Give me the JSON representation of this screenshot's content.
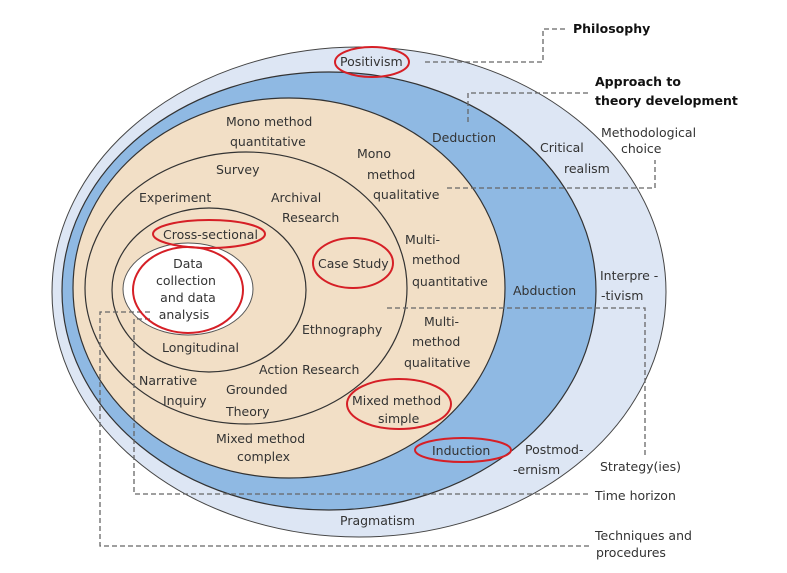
{
  "colors": {
    "philosophy_layer": "#dde6f4",
    "approach_layer": "#8fb9e3",
    "choice_layer": "#f2dfc6",
    "highlight": "#d61f26"
  },
  "layers": {
    "philosophy": "Philosophy",
    "approach": [
      "Approach to",
      "theory development"
    ],
    "choice": [
      "Methodological",
      "choice"
    ],
    "strategy": "Strategy(ies)",
    "time": "Time horizon",
    "techniques": [
      "Techniques and",
      "procedures"
    ]
  },
  "philosophies": {
    "positivism": "Positivism",
    "critical": [
      "Critical",
      "realism"
    ],
    "interpretivism": [
      "Interpre -",
      "-tivism"
    ],
    "postmodernism": [
      "Postmod-",
      "-ernism"
    ],
    "pragmatism": "Pragmatism"
  },
  "approaches": {
    "deduction": "Deduction",
    "abduction": "Abduction",
    "induction": "Induction"
  },
  "choices": {
    "mono_quant": [
      "Mono method",
      "quantitative"
    ],
    "mono_qual": [
      "Mono",
      "method",
      "qualitative"
    ],
    "multi_quant": [
      "Multi-",
      "method",
      "quantitative"
    ],
    "multi_qual": [
      "Multi-",
      "method",
      "qualitative"
    ],
    "mixed_simple": [
      "Mixed method",
      "simple"
    ],
    "mixed_complex": [
      "Mixed method",
      "complex"
    ]
  },
  "strategies": {
    "survey": "Survey",
    "experiment": "Experiment",
    "archival": [
      "Archival",
      "Research"
    ],
    "case_study": "Case Study",
    "ethnography": "Ethnography",
    "action_research": "Action Research",
    "grounded": [
      "Grounded",
      "Theory"
    ],
    "narrative": [
      "Narrative",
      "Inquiry"
    ]
  },
  "time_horizons": {
    "cross_sectional": "Cross-sectional",
    "longitudinal": "Longitudinal"
  },
  "core": [
    "Data",
    "collection",
    "and data",
    "analysis"
  ],
  "highlighted": [
    "Positivism",
    "Cross-sectional",
    "Data collection and data analysis",
    "Case Study",
    "Mixed method simple",
    "Induction"
  ]
}
